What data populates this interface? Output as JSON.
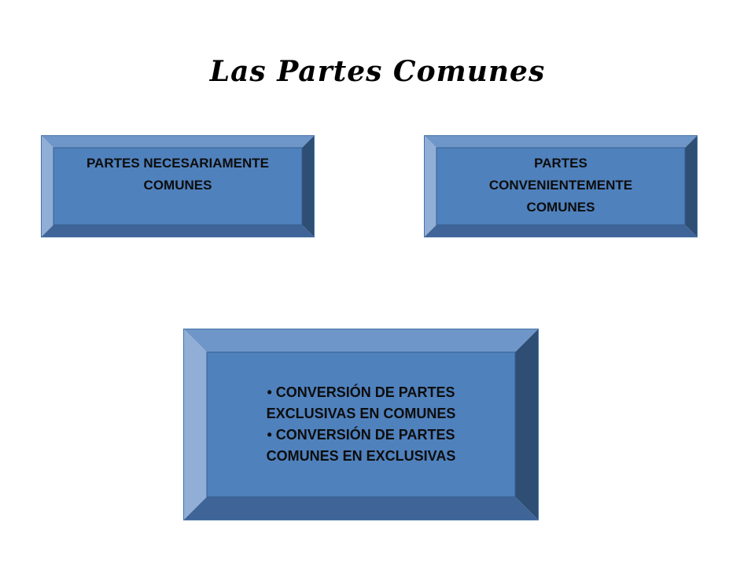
{
  "title": "Las Partes Comunes",
  "boxes": {
    "left": {
      "label": "PARTES NECESARIAMENTE COMUNES"
    },
    "right": {
      "label": "PARTES CONVENIENTEMENTE COMUNES"
    },
    "bottom": {
      "items": [
        "• CONVERSIÓN DE PARTES EXCLUSIVAS EN COMUNES",
        "• CONVERSIÓN DE PARTES COMUNES EN EXCLUSIVAS"
      ]
    }
  },
  "colors": {
    "face": "#4f81bd",
    "top": "#6f96c8",
    "left": "#91aed6",
    "right": "#2e4e74",
    "bottom": "#3f6498",
    "outline": "#4472a8"
  }
}
